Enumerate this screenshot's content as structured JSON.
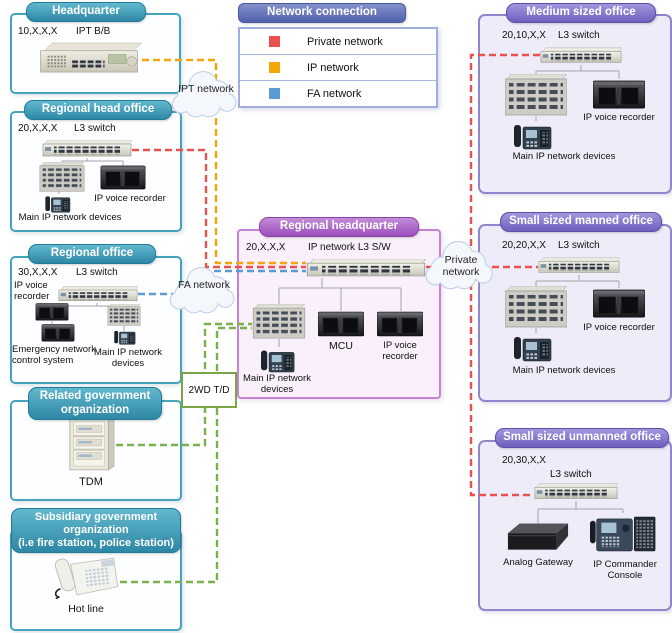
{
  "legend": {
    "title": "Network connection",
    "items": [
      {
        "label": "Private network",
        "color": "#E8514D"
      },
      {
        "label": "IP network",
        "color": "#F2A60A"
      },
      {
        "label": "FA network",
        "color": "#5B9BD5"
      }
    ]
  },
  "links": {
    "green": "#7CB04B"
  },
  "clouds": {
    "ipt": "IPT network",
    "fa": "FA network",
    "private": "Private network"
  },
  "junction_label": "2WD T/D",
  "sites": {
    "headquarter": {
      "title": "Headquarter",
      "ip": "10,X,X,X",
      "device_label": "IPT B/B"
    },
    "regional_head_office": {
      "title": "Regional head office",
      "ip": "20,X,X,X",
      "switch_label": "L3 switch",
      "recorder_label": "IP voice recorder",
      "main_label": "Main IP network devices"
    },
    "regional_office": {
      "title": "Regional office",
      "ip": "30,X,X,X",
      "switch_label": "L3 switch",
      "recorder_label": "IP voice recorder",
      "emergency_label": "Emergency network control system",
      "main_label": "Main IP network devices"
    },
    "related_government": {
      "title": "Related government organization",
      "device_label": "TDM"
    },
    "subsidiary_government": {
      "title": "Subsidiary government organization",
      "subtitle": "(i.e fire station, police station)",
      "device_label": "Hot line"
    },
    "regional_headquarter": {
      "title": "Regional headquarter",
      "ip": "20,X,X,X",
      "switch_label": "IP network L3 S/W",
      "main_label": "Main IP network devices",
      "mcu_label": "MCU",
      "recorder_label": "IP voice recorder"
    },
    "medium_office": {
      "title": "Medium sized office",
      "ip": "20,10,X,X",
      "switch_label": "L3 switch",
      "recorder_label": "IP voice recorder",
      "main_label": "Main IP network devices"
    },
    "small_manned_office": {
      "title": "Small sized manned office",
      "ip": "20,20,X,X",
      "switch_label": "L3 switch",
      "recorder_label": "IP voice recorder",
      "main_label": "Main IP network devices"
    },
    "small_unmanned_office": {
      "title": "Small sized unmanned office",
      "ip": "20,30,X,X",
      "switch_label": "L3 switch",
      "gateway_label": "Analog Gateway",
      "console_label": "IP Commander Console"
    }
  }
}
